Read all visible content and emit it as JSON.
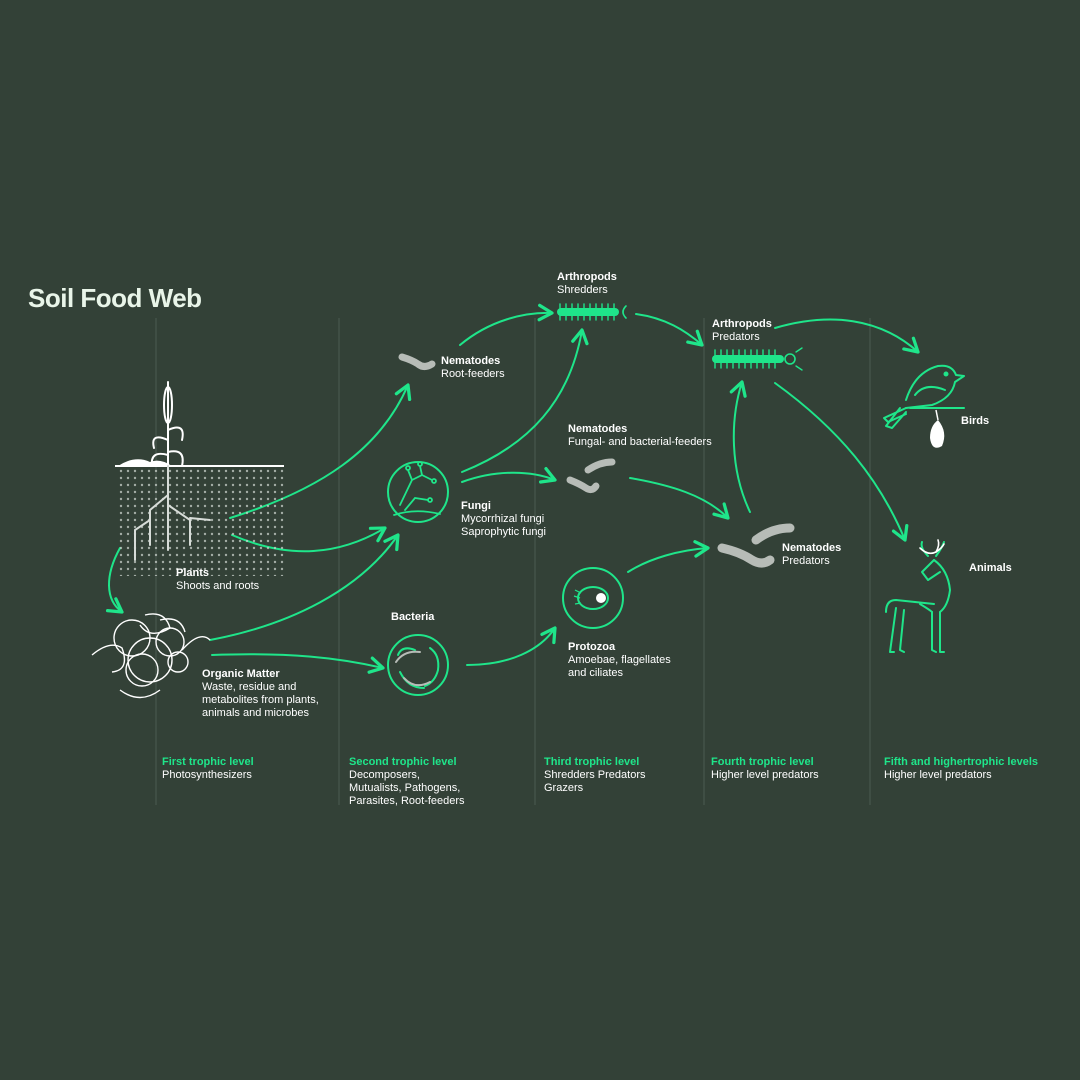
{
  "title": "Soil Food Web",
  "colors": {
    "background": "#334137",
    "accent": "#1fe58a",
    "text": "#ffffff",
    "worm": "#b7bcb7",
    "divider": "#4b5a50"
  },
  "nodes": {
    "plants": {
      "title": "Plants",
      "subtitle": "Shoots and roots"
    },
    "organic_matter": {
      "title": "Organic Matter",
      "subtitle": "Waste, residue and\nmetabolites from plants,\nanimals and microbes"
    },
    "nematodes_root": {
      "title": "Nematodes",
      "subtitle": "Root-feeders"
    },
    "fungi": {
      "title": "Fungi",
      "subtitle": "Mycorrhizal fungi\nSaprophytic fungi"
    },
    "bacteria": {
      "title": "Bacteria"
    },
    "arthropods_shredders": {
      "title": "Arthropods",
      "subtitle": "Shredders"
    },
    "nematodes_fb": {
      "title": "Nematodes",
      "subtitle": "Fungal- and bacterial-feeders"
    },
    "protozoa": {
      "title": "Protozoa",
      "subtitle": "Amoebae, flagellates\nand ciliates"
    },
    "arthropods_predators": {
      "title": "Arthropods",
      "subtitle": "Predators"
    },
    "nematodes_predators": {
      "title": "Nematodes",
      "subtitle": "Predators"
    },
    "birds": {
      "title": "Birds"
    },
    "animals": {
      "title": "Animals"
    }
  },
  "levels": [
    {
      "heading": "First trophic level",
      "description": "Photosynthesizers"
    },
    {
      "heading": "Second trophic level",
      "description": "Decomposers,\nMutualists, Pathogens,\nParasites, Root-feeders"
    },
    {
      "heading": "Third trophic level",
      "description": "Shredders Predators\nGrazers"
    },
    {
      "heading": "Fourth trophic level",
      "description": "Higher level predators"
    },
    {
      "heading": "Fifth and highertrophic levels",
      "description": "Higher level predators"
    }
  ],
  "icons": [
    "plant-roots-icon",
    "organic-matter-icon",
    "nematode-icon",
    "fungi-icon",
    "bacteria-icon",
    "arthropod-icon",
    "protozoa-icon",
    "bird-icon",
    "deer-icon"
  ]
}
